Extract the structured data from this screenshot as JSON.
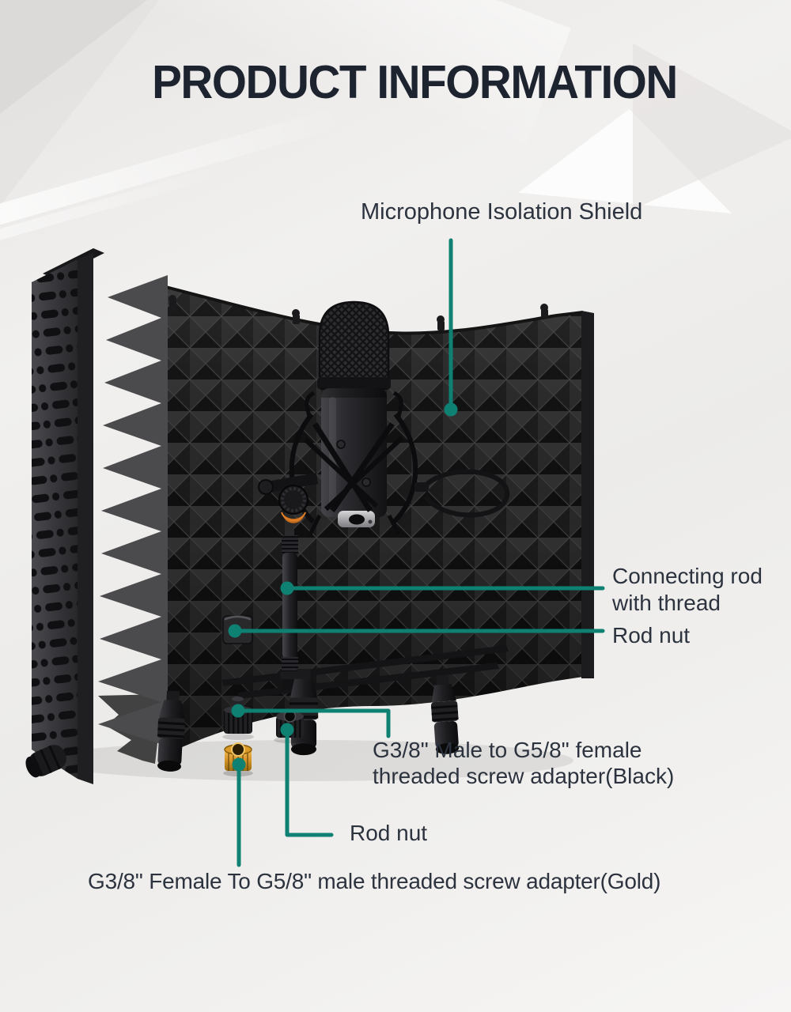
{
  "title": "PRODUCT INFORMATION",
  "accent_color": "#0E8173",
  "text_color": "#2C333E",
  "title_color": "#1D2430",
  "callouts": {
    "shield": {
      "label": "Microphone Isolation Shield"
    },
    "connecting_rod": {
      "line1": "Connecting rod",
      "line2": "with thread"
    },
    "rod_nut_right": {
      "label": "Rod nut"
    },
    "adapter_black": {
      "line1": "G3/8\" Male to G5/8\" female",
      "line2": "threaded screw adapter(Black)"
    },
    "rod_nut_bottom": {
      "label": "Rod nut"
    },
    "adapter_gold": {
      "label": "G3/8\" Female To G5/8\" male threaded screw adapter(Gold)"
    }
  }
}
